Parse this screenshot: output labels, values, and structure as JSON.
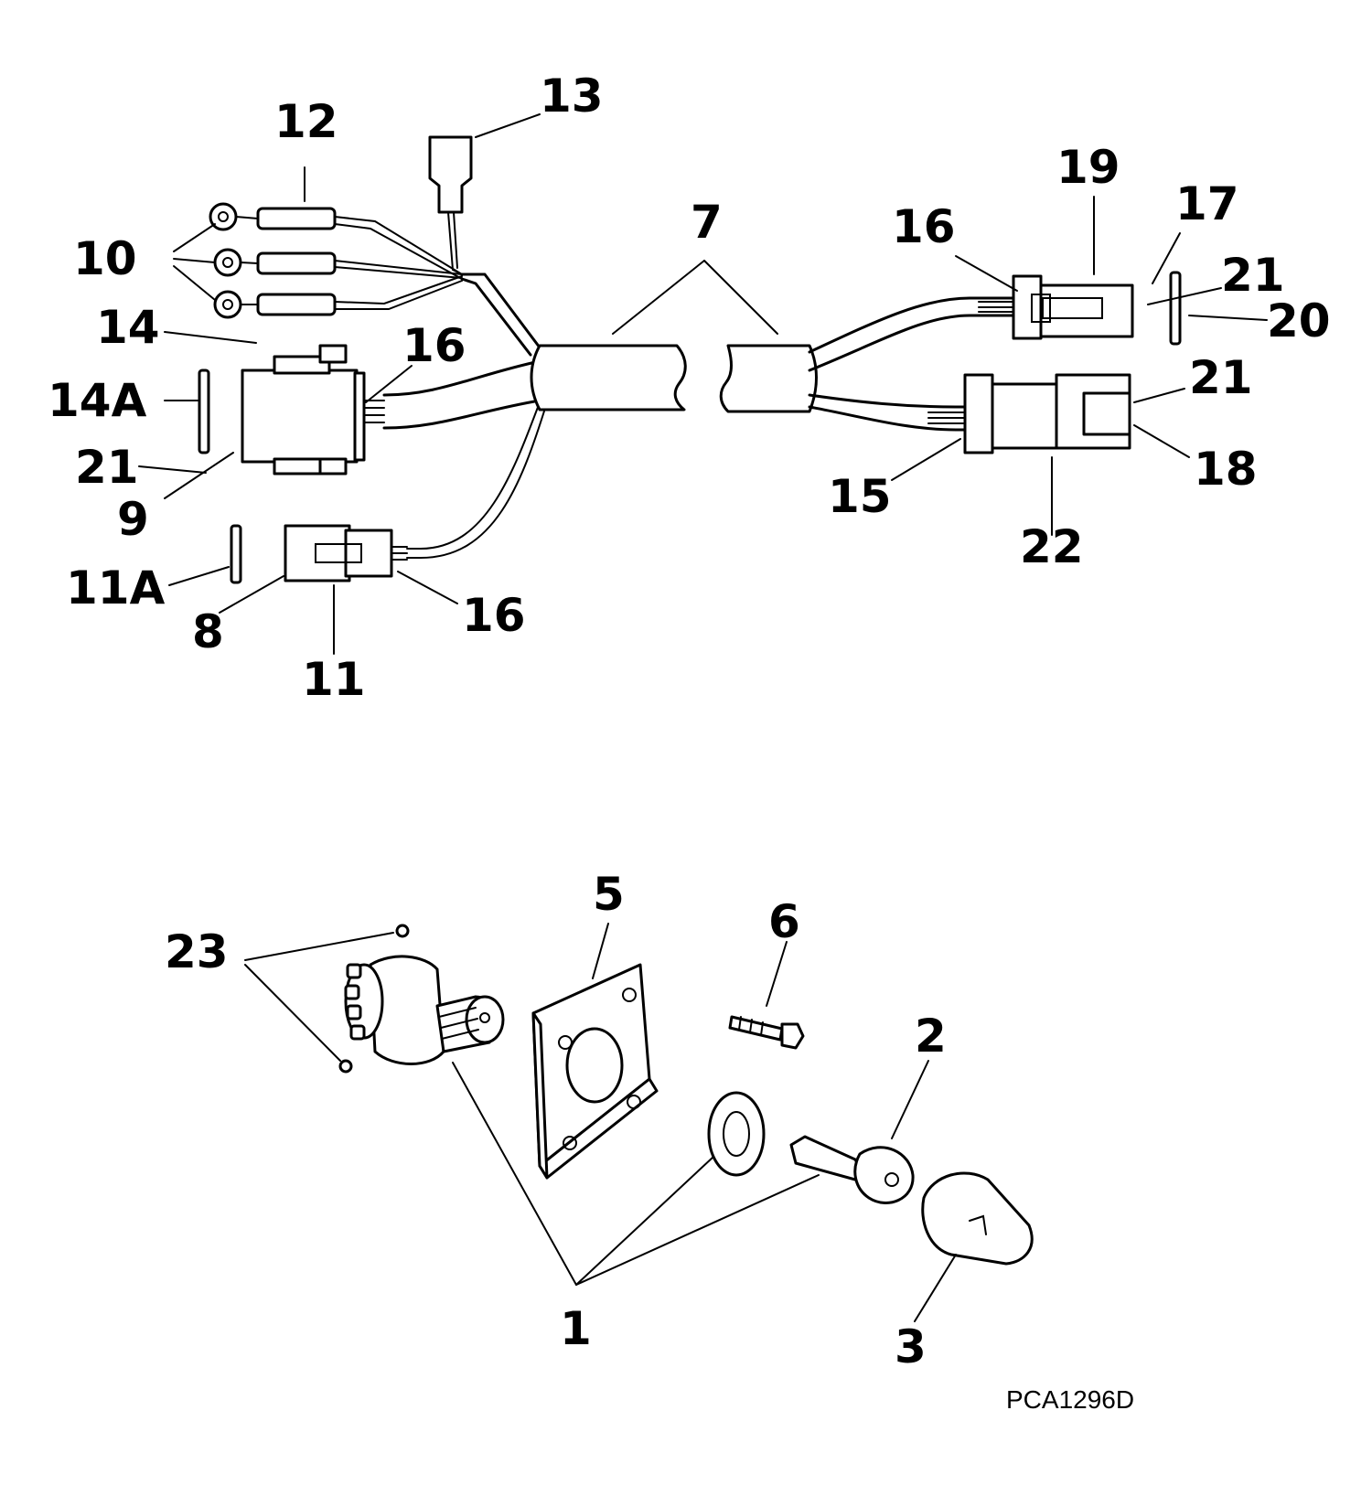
{
  "drawing_code": "PCA1296D",
  "callouts": {
    "c1": "1",
    "c2": "2",
    "c3": "3",
    "c5": "5",
    "c6": "6",
    "c7": "7",
    "c8": "8",
    "c9": "9",
    "c10": "10",
    "c11": "11",
    "c11a": "11A",
    "c12": "12",
    "c13": "13",
    "c14": "14",
    "c14a": "14A",
    "c15": "15",
    "c16a": "16",
    "c16b": "16",
    "c16c": "16",
    "c17": "17",
    "c18": "18",
    "c19": "19",
    "c20": "20",
    "c21a": "21",
    "c21b": "21",
    "c21c": "21",
    "c22": "22",
    "c23": "23"
  }
}
